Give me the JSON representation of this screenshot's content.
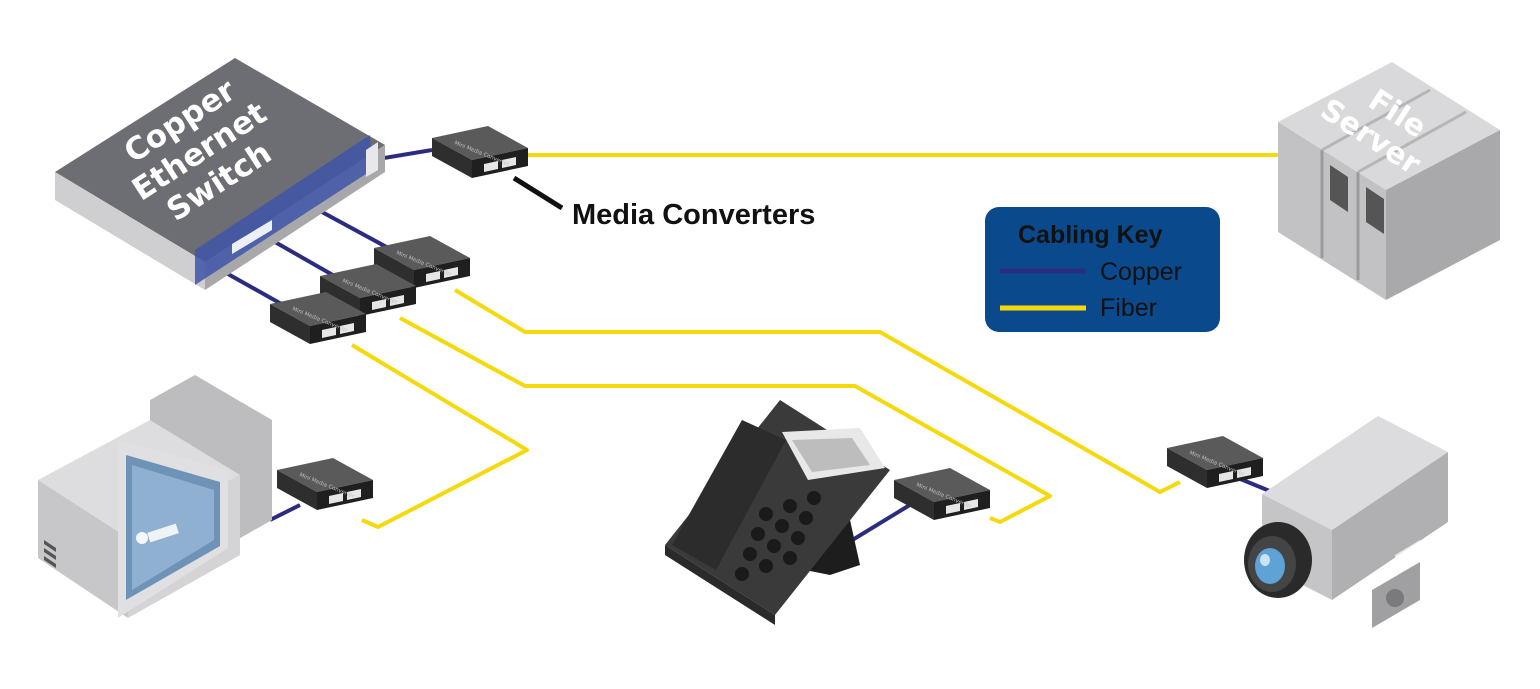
{
  "nodes": {
    "switch": {
      "line1": "Copper",
      "line2": "Ethernet",
      "line3": "Switch"
    },
    "file_server": {
      "line1": "File",
      "line2": "Server"
    },
    "media_converter_text": "Mini Media Converter"
  },
  "callout": {
    "label": "Media Converters"
  },
  "cabling_key": {
    "title": "Cabling Key",
    "items": [
      {
        "label": "Copper",
        "color": "#2b2c7f"
      },
      {
        "label": "Fiber",
        "color": "#f5d90a"
      }
    ],
    "background": "#0a4a8c"
  },
  "colors": {
    "copper": "#2b2c7f",
    "fiber": "#f5d90a",
    "device_dark": "#3a3a3a",
    "device_grey": "#b9b9bb"
  }
}
